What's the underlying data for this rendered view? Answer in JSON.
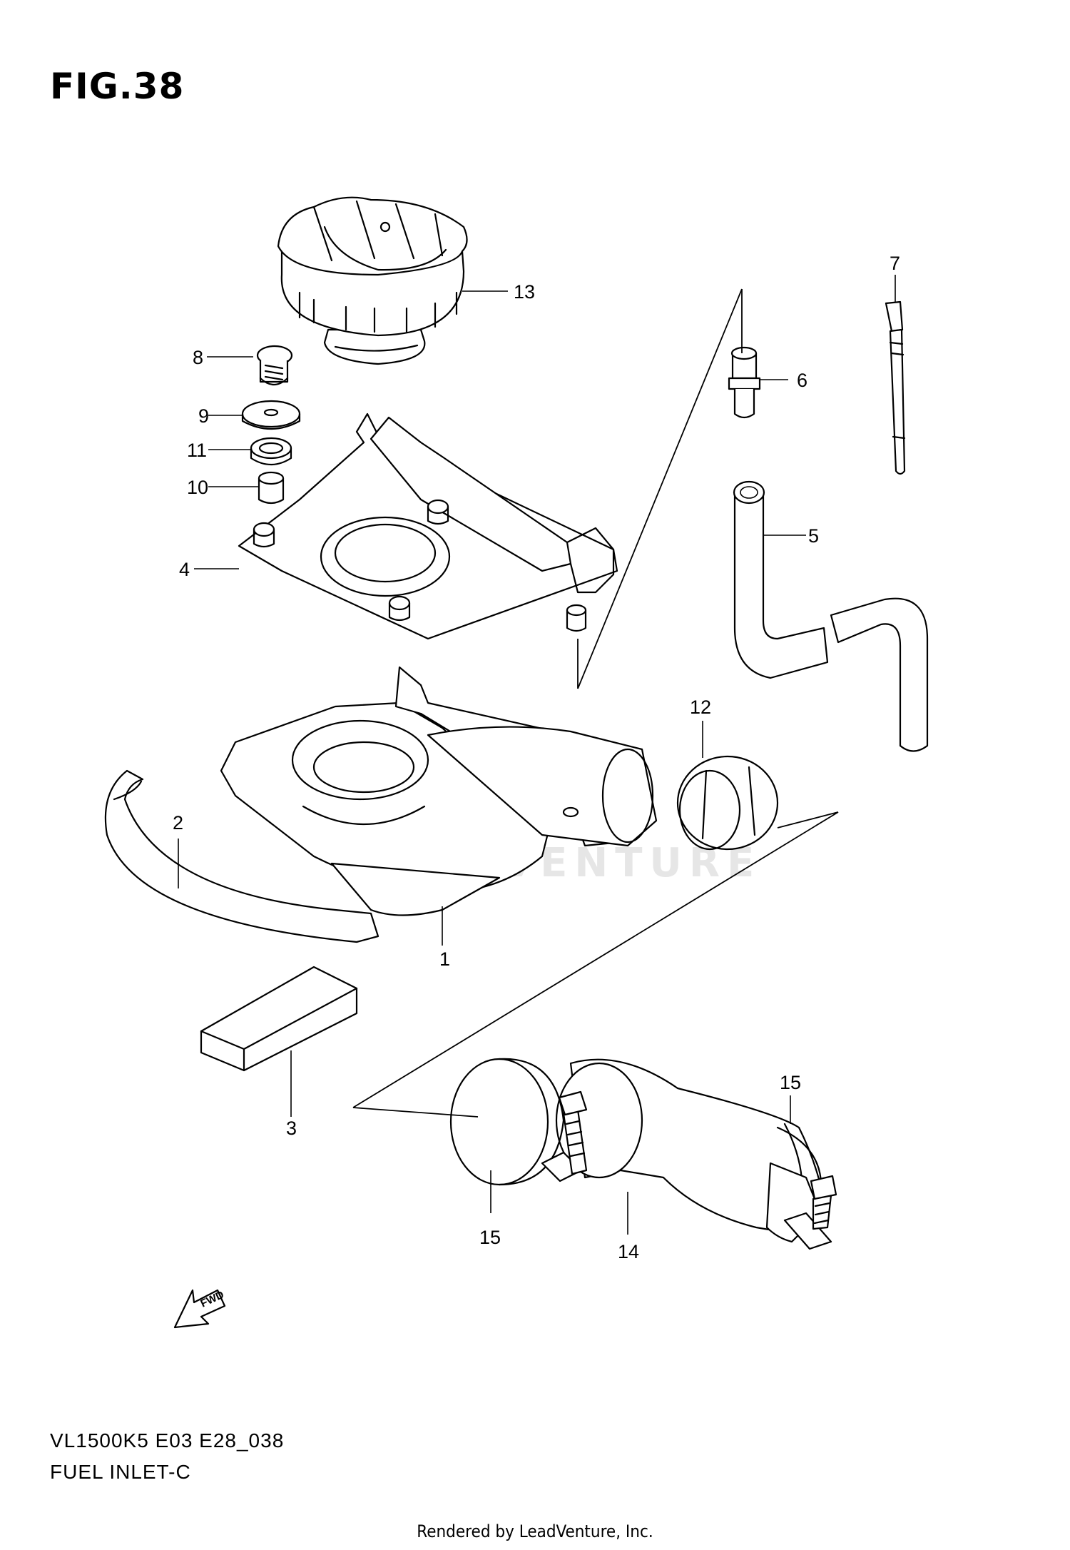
{
  "figure": {
    "title": "FIG.38"
  },
  "footer": {
    "model_code": "VL1500K5 E03 E28_038",
    "section_name": "FUEL INLET-C",
    "rendered_by": "Rendered by LeadVenture, Inc."
  },
  "watermark": "LEADVENTURE",
  "callouts": {
    "p1": "1",
    "p2": "2",
    "p3": "3",
    "p4": "4",
    "p5": "5",
    "p6": "6",
    "p7": "7",
    "p8": "8",
    "p9": "9",
    "p10": "10",
    "p11": "11",
    "p12": "12",
    "p13": "13",
    "p14": "14",
    "p15a": "15",
    "p15b": "15"
  },
  "fwd_arrow": {
    "text": "FWD"
  }
}
